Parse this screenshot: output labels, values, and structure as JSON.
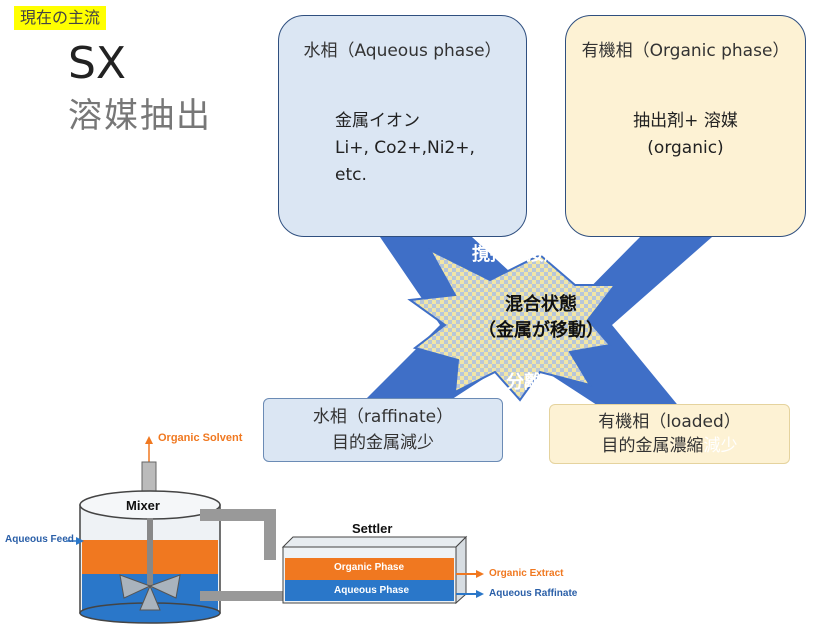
{
  "header": {
    "badge": "現在の主流",
    "title": "SX",
    "subtitle": "溶媒抽出"
  },
  "aqueous_box": {
    "title": "水相（Aqueous phase）",
    "line1": "金属イオン",
    "line2": "Li+, Co2+,Ni2+,",
    "line3": "etc."
  },
  "organic_box": {
    "title": "有機相（Organic phase）",
    "line1": "抽出剤+ 溶媒",
    "line2": "(organic)"
  },
  "center": {
    "top_label": "撹拌・接触",
    "state_line1": "混合状態",
    "state_line2": "（金属が移動）",
    "bottom_label": "分離"
  },
  "raffinate_box": {
    "line1": "水相（raffinate）",
    "line2": "目的金属減少"
  },
  "loaded_box": {
    "line1": "有機相（loaded）",
    "line2_main": "目的金属濃縮",
    "line2_faded": "減少"
  },
  "process": {
    "organic_solvent": "Organic Solvent",
    "aqueous_feed": "Aqueous Feed",
    "mixer": "Mixer",
    "settler": "Settler",
    "organic_phase": "Organic Phase",
    "aqueous_phase": "Aqueous Phase",
    "organic_extract": "Organic Extract",
    "aqueous_raffinate": "Aqueous Raffinate"
  },
  "colors": {
    "x_blue": "#3f6fc7",
    "badge_yellow": "#ffff00",
    "aqueous_fill": "#dbe6f3",
    "organic_fill": "#fdf2d4",
    "orange": "#f07820",
    "blue": "#2a77c9"
  }
}
